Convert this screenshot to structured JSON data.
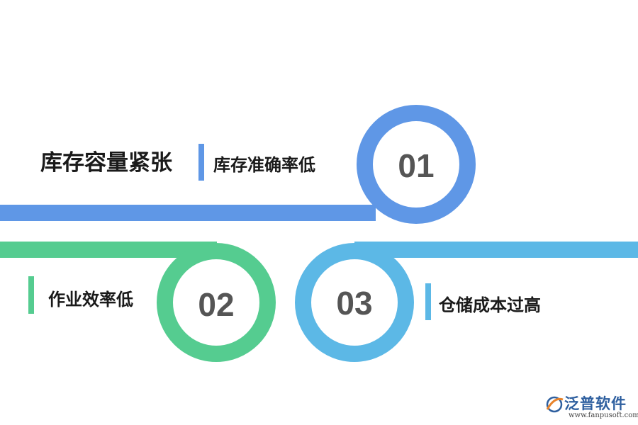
{
  "title": "库存容量紧张",
  "colors": {
    "blue": "#5f97e6",
    "green": "#55cc90",
    "sky": "#5cb8e6"
  },
  "steps": [
    {
      "number": "01",
      "label": "库存准确率低",
      "color": "blue"
    },
    {
      "number": "02",
      "label": "作业效率低",
      "color": "green"
    },
    {
      "number": "03",
      "label": "仓储成本过高",
      "color": "sky"
    }
  ],
  "logo": {
    "name": "泛普软件",
    "url": "www.fanpusoft.com"
  }
}
